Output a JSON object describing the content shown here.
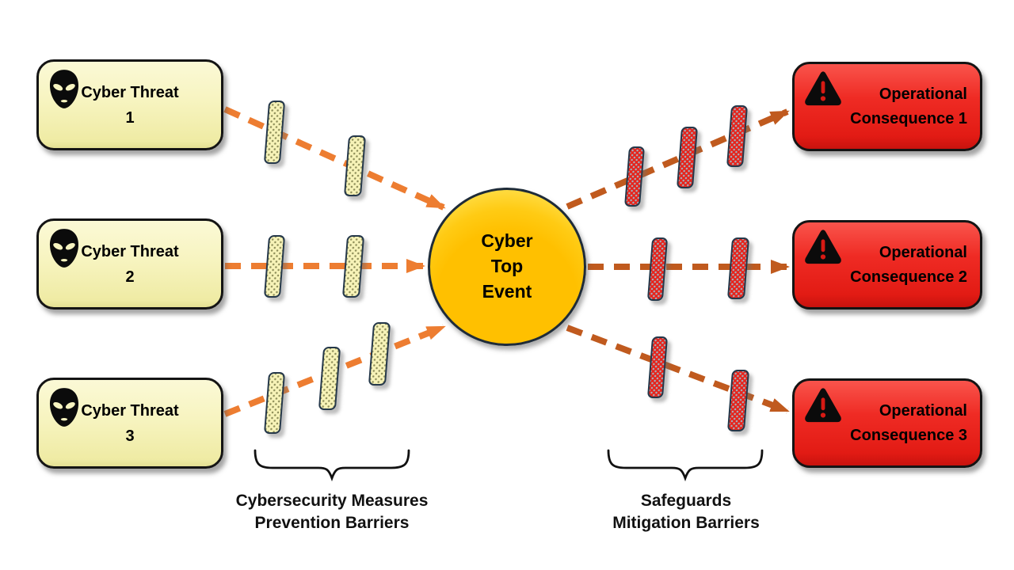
{
  "threats": [
    {
      "line1": "Cyber Threat",
      "line2": "1"
    },
    {
      "line1": "Cyber Threat",
      "line2": "2"
    },
    {
      "line1": "Cyber Threat",
      "line2": "3"
    }
  ],
  "top_event": {
    "line1": "Cyber",
    "line2": "Top",
    "line3": "Event"
  },
  "consequences": [
    {
      "line1": "Operational",
      "line2": "Consequence 1"
    },
    {
      "line1": "Operational",
      "line2": "Consequence 2"
    },
    {
      "line1": "Operational",
      "line2": "Consequence 3"
    }
  ],
  "prevention_label": {
    "line1": "Cybersecurity Measures",
    "line2": "Prevention Barriers"
  },
  "mitigation_label": {
    "line1": "Safeguards",
    "line2": "Mitigation Barriers"
  },
  "barriers": {
    "prevention_per_path": [
      2,
      2,
      3
    ],
    "mitigation_per_path": [
      3,
      2,
      2
    ]
  },
  "icons": {
    "threat": "alien-icon",
    "consequence": "warning-triangle-icon"
  },
  "colors": {
    "threat_fill": "#F7F4C0",
    "consequence_fill": "#EC2420",
    "top_event_fill": "#FFC000",
    "prevention_arrow": "#ED7D31",
    "mitigation_arrow": "#C05A1E",
    "prevention_barrier_fill": "#F7F3B8",
    "mitigation_barrier_fill": "#E6231B",
    "barrier_border": "#25384A",
    "box_border": "#141414"
  }
}
